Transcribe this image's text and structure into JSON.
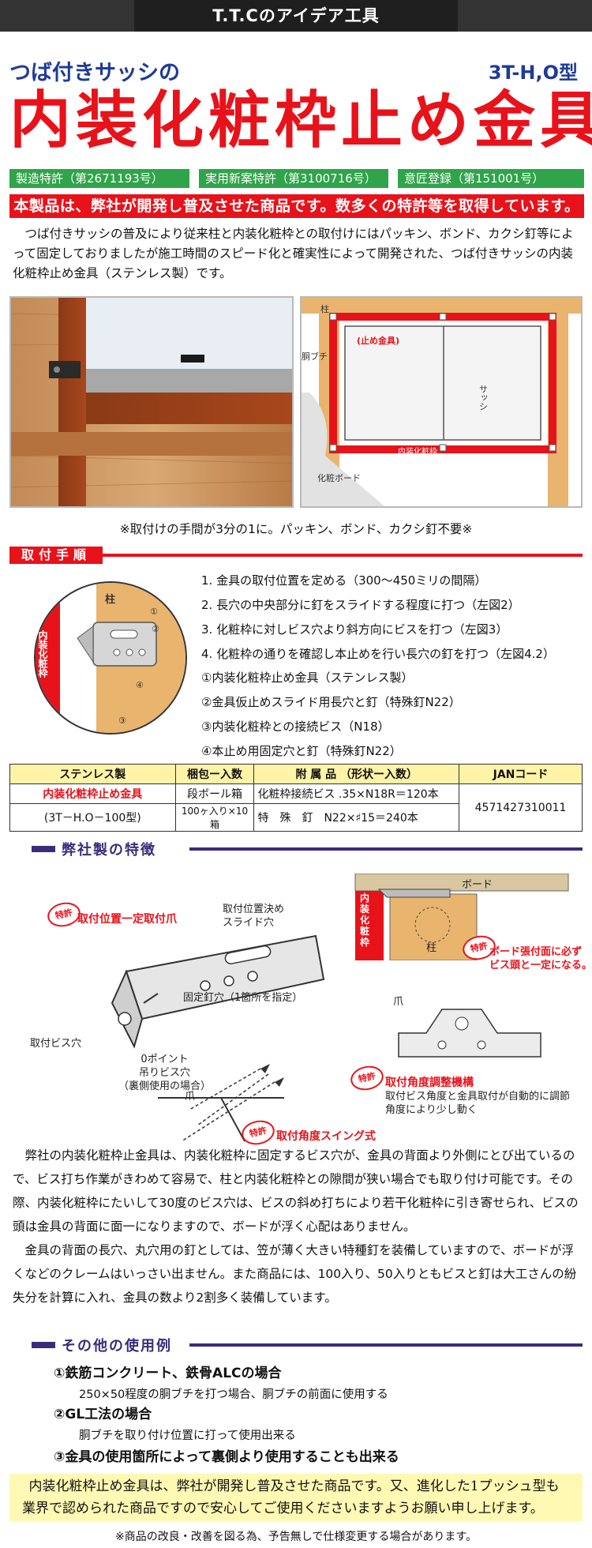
{
  "header": {
    "brand_label": "T.T.Cのアイデア工具",
    "subtitle": "つば付きサッシの",
    "model": "3T-H,O型",
    "title": "内装化粧枠止め金具"
  },
  "patents": [
    "製造特許（第2671193号）",
    "実用新案特許（第3100716号）",
    "意匠登録（第151001号）"
  ],
  "announcement": "本製品は、弊社が開発し普及させた商品です。数多くの特許等を取得しています。",
  "intro": "つば付きサッシの普及により従来柱と内装化粧枠との取付けにはパッキン、ボンド、カクシ釘等によって固定しておりましたが施工時間のスピード化と確実性によって開発された、つば付きサッシの内装化粧枠止め金具（ステンレス製）です。",
  "diagram1": {
    "pillar": "柱",
    "dobuchi": "胴ブチ",
    "tome": "(止め金具)",
    "sash": "サッシ",
    "frame": "内装化粧枠",
    "board": "化粧ボード"
  },
  "photo_caption": "※取付けの手間が3分の1に。パッキン、ボンド、カクシ釘不要※",
  "procedure": {
    "heading": "取付手順",
    "diagram": {
      "pillar": "柱",
      "frame": "内装化粧枠",
      "n1": "①",
      "n2": "②",
      "n3": "③",
      "n4": "④"
    },
    "steps": [
      "1. 金具の取付位置を定める（300～450ミリの間隔）",
      "2. 長穴の中央部分に釘をスライドする程度に打つ（左図2）",
      "3. 化粧枠に対しビス穴より斜方向にビスを打つ（左図3）",
      "4. 化粧枠の通りを確認し本止めを行い長穴の釘を打つ（左図4.2）"
    ],
    "parts": [
      "①内装化粧枠止め金具（ステンレス製）",
      "②金具仮止めスライド用長穴と釘（特殊釘N22）",
      "③内装化粧枠との接続ビス（N18）",
      "④本止め用固定穴と釘（特殊釘N22）"
    ]
  },
  "spec_table": {
    "headers": [
      "ステンレス製",
      "梱包ー入数",
      "附 属 品 （形状ー入数）",
      "JANコード"
    ],
    "product_name": "内装化粧枠止め金具",
    "product_model": "(3T－H.O－100型)",
    "packing1": "段ボール箱",
    "packing2": "100ヶ入り×10箱",
    "acc1": "化粧枠接続ビス .35×N18R＝120本",
    "acc2": "特　殊　釘　N22×♯15＝240本",
    "jan": "4571427310011"
  },
  "features": {
    "heading": "弊社製の特徴",
    "badge": "特許",
    "label_claw": "取付位置一定取付爪",
    "label_slide": "取付位置決め\nスライド穴",
    "label_fixhole": "固定釘穴（1箇所を指定）",
    "label_screwhole": "取付ビス穴",
    "label_zero": "0ポイント\n吊りビス穴\n（裏側使用の場合）",
    "label_board_top": "ボード",
    "label_frame_v": "内装化粧枠",
    "label_pillar": "柱",
    "label_board_note": "ボード張付面に必ず\nビス頭と一定になる。",
    "label_tsume1": "爪",
    "label_angle": "取付角度調整機構",
    "label_angle_note": "取付ビス角度と金具取付が自動的に調節\n角度により少し動く",
    "label_tsume2": "爪",
    "label_swing": "取付角度スイング式"
  },
  "description": [
    "弊社の内装化粧枠止金具は、内装化粧枠に固定するビス穴が、金具の背面より外側にとび出ているので、ビス打ち作業がきわめて容易で、柱と内装化粧枠との隙間が狭い場合でも取り付け可能です。その際、内装化粧枠にたいして30度のビス穴は、ビスの斜め打ちにより若干化粧枠に引き寄せられ、ビスの頭は金具の背面に面一になりますので、ボードが浮く心配はありません。",
    "金具の背面の長穴、丸穴用の釘としては、笠が薄く大きい特種釘を装備していますので、ボードが浮くなどのクレームはいっさい出ません。また商品には、100入り、50入りともビスと釘は大工さんの紛失分を計算に入れ、金具の数より2割多く装備しています。"
  ],
  "other_uses": {
    "heading": "その他の使用例",
    "item1": "①鉄筋コンクリート、鉄骨ALCの場合",
    "item1_sub": "250×50程度の胴ブチを打つ場合、胴ブチの前面に使用する",
    "item2": "②GL工法の場合",
    "item2_sub": "胴ブチを取り付け位置に打って使用出来る",
    "item3": "③金具の使用箇所によって裏側より使用することも出来る"
  },
  "notice": "内装化粧枠止め金具は、弊社が開発し普及させた商品です。又、進化した1プッシュ型も業界で認められた商品ですので安心してご使用くださいますようお願い申し上げます。",
  "footnote": "※商品の改良・改善を図る為、予告無しで仕様変更する場合があります。"
}
